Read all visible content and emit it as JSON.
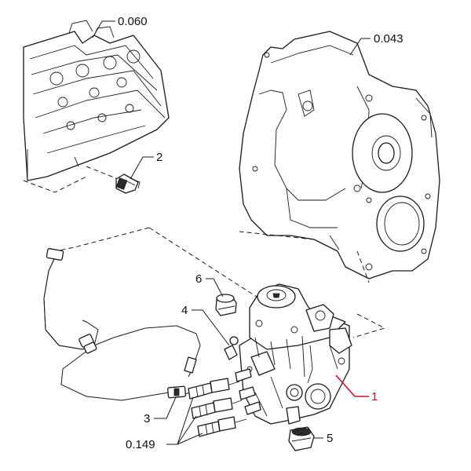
{
  "callouts": {
    "cylinder_head": "0.060",
    "timing_housing": "0.043",
    "sensor_top": "2",
    "plug_cap": "6",
    "fitting_small": "4",
    "pump_item": "1",
    "connector": "3",
    "unions": "0.149",
    "sensor_bottom": "5"
  },
  "colors": {
    "line": "#1a1a1a",
    "highlight": "#c8102e"
  }
}
